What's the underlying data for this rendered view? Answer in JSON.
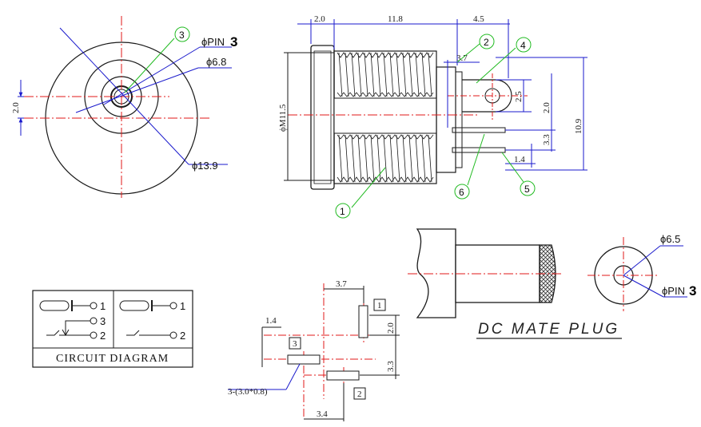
{
  "front_view": {
    "dim_pin_label": "ϕPIN",
    "dim_pin_number": "3",
    "dim_hole": "ϕ6.8",
    "dim_outer": "ϕ13.9",
    "dim_offset": "2.0",
    "callout_3": "3"
  },
  "side_view": {
    "dim_flange": "2.0",
    "dim_thread_len": "11.8",
    "dim_rear": "4.5",
    "dim_pin_off": "3.7",
    "dim_thread_dia": "ϕM11.5",
    "dim_lug_hole": "2.5",
    "dim_pin_gap": "2.0",
    "dim_pin_pitch": "3.3",
    "dim_height": "10.9",
    "dim_pin_thk": "1.4",
    "callout_1": "1",
    "callout_2": "2",
    "callout_4": "4",
    "callout_5": "5",
    "callout_6": "6"
  },
  "circuit": {
    "caption": "CIRCUIT DIAGRAM",
    "left_pins": [
      "1",
      "3",
      "2"
    ],
    "right_pins": [
      "1",
      "2"
    ]
  },
  "footprint": {
    "dim_top": "3.7",
    "dim_left": "1.4",
    "dim_vert_top": "2.0",
    "dim_vert_bottom": "3.3",
    "dim_bottom": "3.4",
    "slot_note": "3-(3.0*0.8)",
    "pad_1": "1",
    "pad_2": "2",
    "pad_3": "3"
  },
  "mate_plug": {
    "title": "DC MATE PLUG",
    "dim_outer": "ϕ6.5",
    "dim_pin_label": "ϕPIN",
    "dim_pin_number": "3"
  },
  "colors": {
    "outline": "#1a1a1a",
    "center_line": "#e01818",
    "dimension": "#1a1acc",
    "callout": "#22bb22"
  }
}
